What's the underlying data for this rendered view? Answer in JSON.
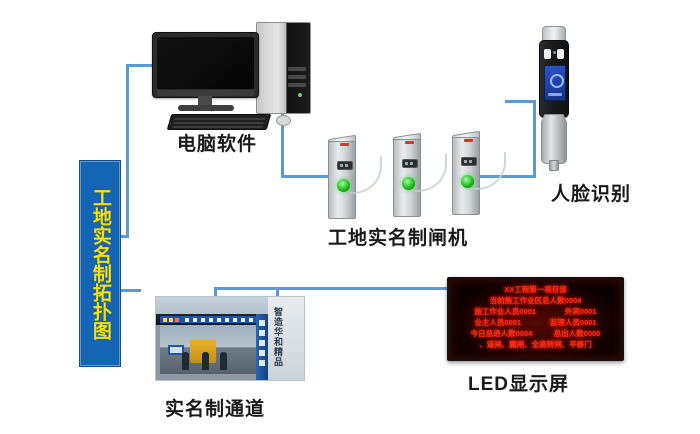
{
  "diagram": {
    "title_vertical": "工地实名制拓扑图",
    "accent_line_color": "#5b9bd5",
    "banner_bg_color": "#1565b5",
    "banner_text_color": "#ffe100"
  },
  "nodes": {
    "computer": {
      "caption": "电脑软件"
    },
    "turnstiles": {
      "caption": "工地实名制闸机",
      "count": 3
    },
    "face": {
      "caption": "人脸识别"
    },
    "led": {
      "caption": "LED显示屏"
    },
    "passage": {
      "caption": "实名制通道",
      "wall_text": "智造华和精品"
    }
  },
  "led_screen": {
    "line1": "XX工程第一项目部",
    "line2": "当前施工作业区总人数0004",
    "line3_left": "施工作业人员0001",
    "line3_right": "外宾0001",
    "line4_left": "业主人员0001",
    "line4_right": "监理人员0001",
    "line5_left": "今日总进人数0004",
    "line5_right": "总出人数0000",
    "line6": "、道闸、翼闸、全高转闸、平移门"
  }
}
